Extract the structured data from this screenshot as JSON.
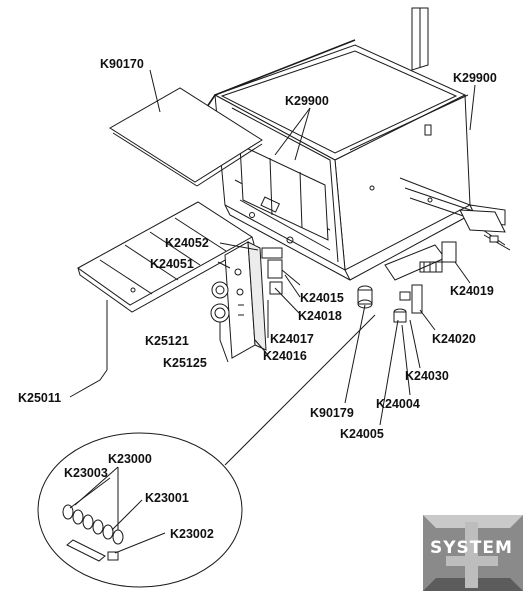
{
  "labels": {
    "k90170": "K90170",
    "k29900_top": "K29900",
    "k29900_right": "K29900",
    "k24052": "K24052",
    "k24051": "K24051",
    "k24015": "K24015",
    "k24018": "K24018",
    "k24019": "K24019",
    "k25121": "K25121",
    "k24017": "K24017",
    "k24016": "K24016",
    "k24020": "K24020",
    "k25125": "K25125",
    "k24030": "K24030",
    "k25011": "K25011",
    "k24004": "K24004",
    "k90179": "K90179",
    "k24005": "K24005",
    "k23000": "K23000",
    "k23003": "K23003",
    "k23001": "K23001",
    "k23002": "K23002"
  },
  "logo": {
    "text": "SYSTEM",
    "colors": {
      "plate": "#8a8a8a",
      "plate_light": "#c9c9c9",
      "plate_dark": "#5c5c5c"
    }
  },
  "colors": {
    "line": "#1a1a1a",
    "text": "#111111",
    "background": "#ffffff"
  }
}
